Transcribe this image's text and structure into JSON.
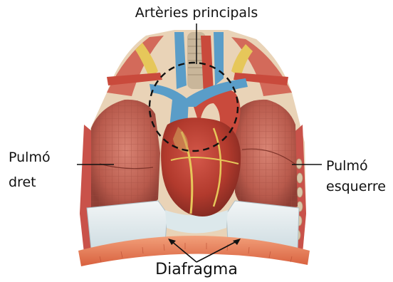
{
  "labels": {
    "arteries": "Artèries principals",
    "right_lung_line1": "Pulmó",
    "right_lung_line2": "dret",
    "left_lung_line1": "Pulmó",
    "left_lung_line2": "esquerre",
    "diaphragm": "Diafragma"
  },
  "colors": {
    "vessel_blue": "#5a9dc8",
    "artery_red": "#c94a3c",
    "heart": "#b83b2e",
    "lung": "#c26a5e",
    "fat_yellow": "#e6c75a",
    "pleura_white": "#e8eef0",
    "diaphragm_orange": "#e07a5a"
  }
}
